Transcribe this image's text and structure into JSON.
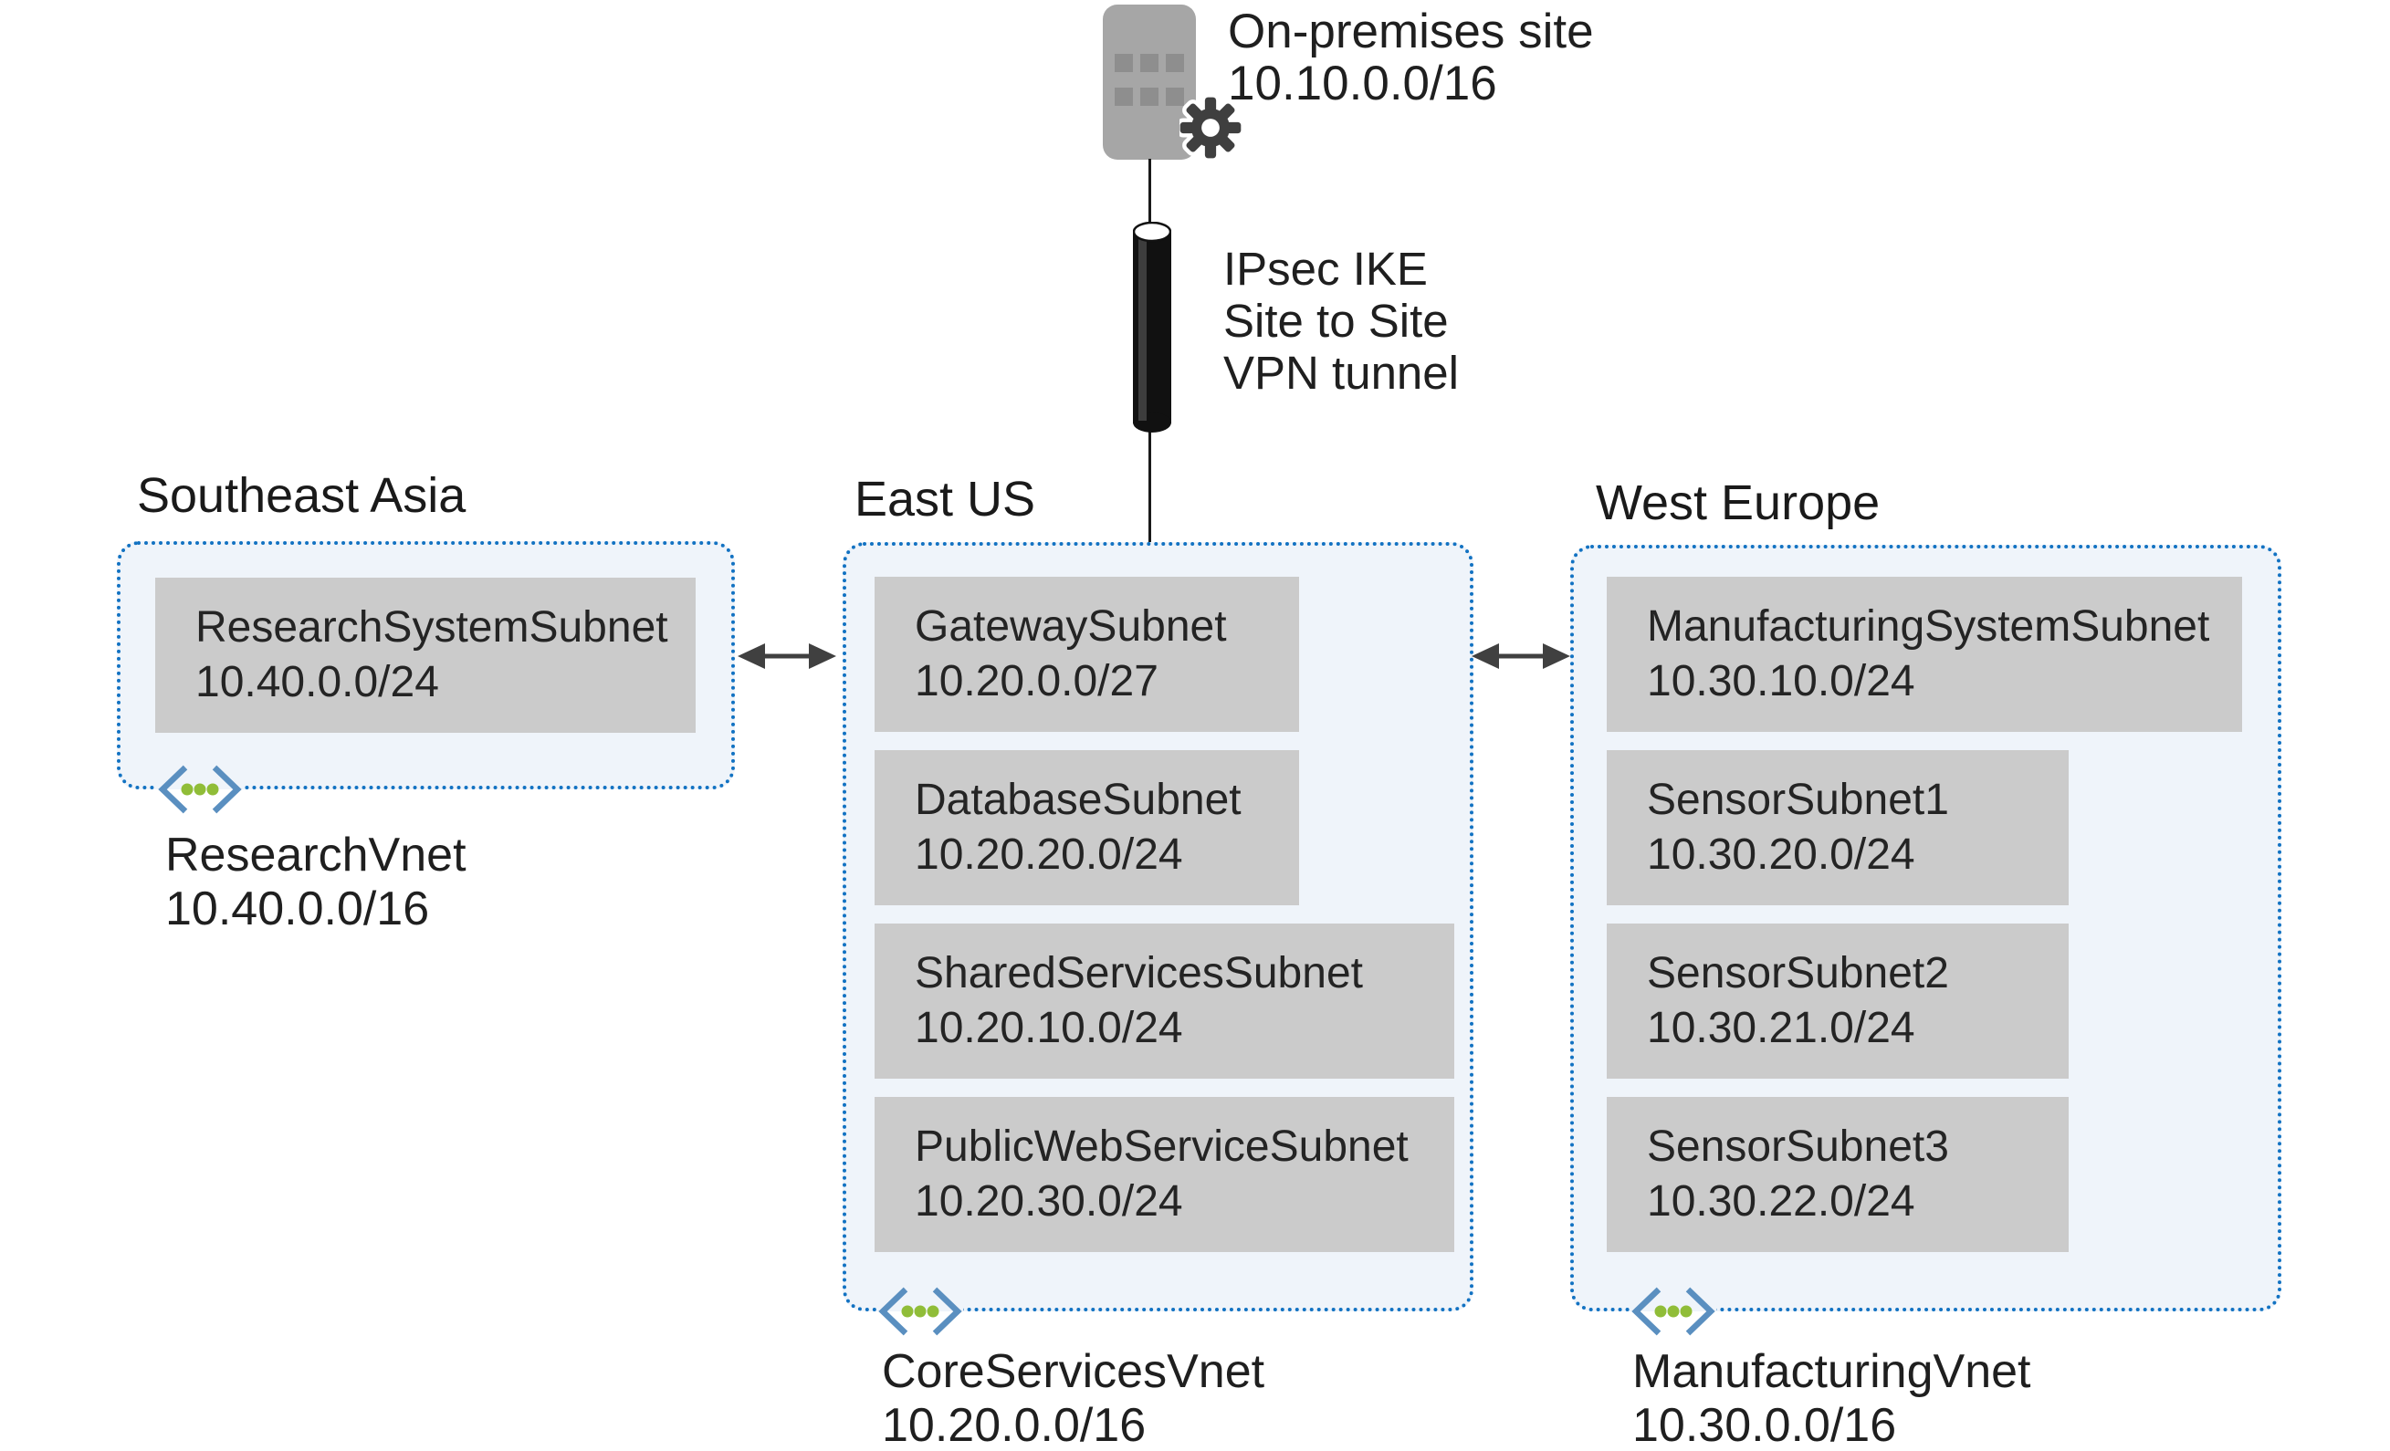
{
  "on_premises": {
    "label": "On-premises site",
    "cidr": "10.10.0.0/16"
  },
  "vpn_tunnel": {
    "label_lines": [
      "IPsec IKE",
      "Site to Site",
      "VPN tunnel"
    ]
  },
  "regions": [
    {
      "name": "Southeast Asia",
      "vnet": {
        "name": "ResearchVnet",
        "cidr": "10.40.0.0/16"
      },
      "subnets": [
        {
          "name": "ResearchSystemSubnet",
          "cidr": "10.40.0.0/24"
        }
      ]
    },
    {
      "name": "East US",
      "vnet": {
        "name": "CoreServicesVnet",
        "cidr": "10.20.0.0/16"
      },
      "subnets": [
        {
          "name": "GatewaySubnet",
          "cidr": "10.20.0.0/27"
        },
        {
          "name": "DatabaseSubnet",
          "cidr": "10.20.20.0/24"
        },
        {
          "name": "SharedServicesSubnet",
          "cidr": "10.20.10.0/24"
        },
        {
          "name": "PublicWebServiceSubnet",
          "cidr": "10.20.30.0/24"
        }
      ]
    },
    {
      "name": "West Europe",
      "vnet": {
        "name": "ManufacturingVnet",
        "cidr": "10.30.0.0/16"
      },
      "subnets": [
        {
          "name": "ManufacturingSystemSubnet",
          "cidr": "10.30.10.0/24"
        },
        {
          "name": "SensorSubnet1",
          "cidr": "10.30.20.0/24"
        },
        {
          "name": "SensorSubnet2",
          "cidr": "10.30.21.0/24"
        },
        {
          "name": "SensorSubnet3",
          "cidr": "10.30.22.0/24"
        }
      ]
    }
  ],
  "icons": {
    "on_premises": "building-with-gear-icon",
    "vpn_tunnel": "black-cylinder-pipe-icon",
    "vnet": "chevron-brackets-with-three-dots-icon",
    "peering": "double-headed-arrow-icon"
  },
  "colors": {
    "vnet_border_blue": "#1272c2",
    "vnet_fill": "#eff4fa",
    "subnet_fill": "#cbcbcb",
    "arrow_dark_gray": "#404040",
    "building_gray": "#a6a6a6",
    "building_window_gray": "#8e8e8e",
    "gear_gray": "#3f3f3f",
    "tunnel_black": "#111111",
    "vnet_icon_chevron_blue": "#5a8fc0",
    "vnet_icon_dot_green": "#90bd38",
    "text_dark": "#262626"
  }
}
